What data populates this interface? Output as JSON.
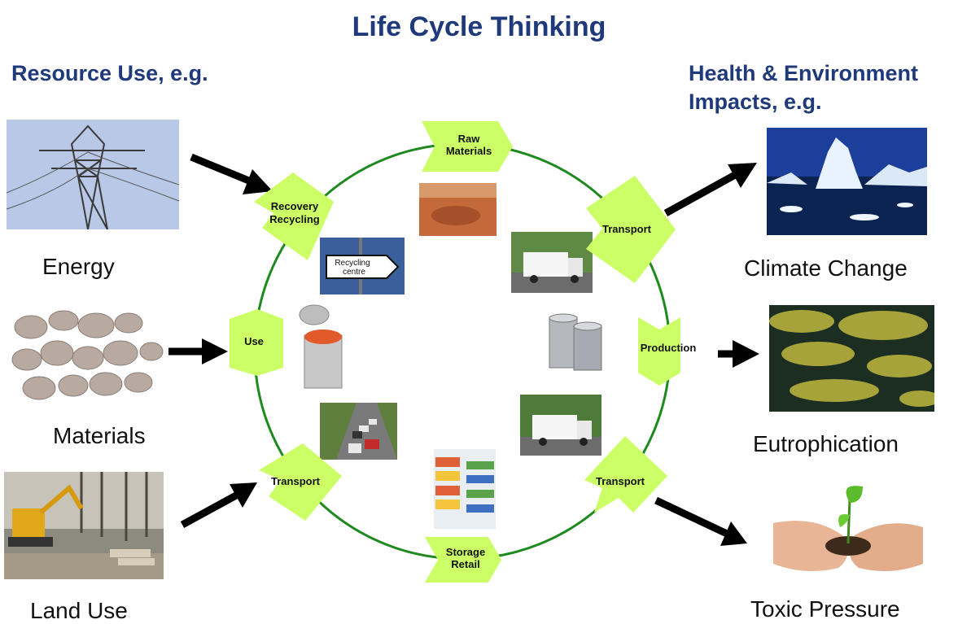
{
  "title": "Life Cycle Thinking",
  "left_heading": "Resource Use, e.g.",
  "right_heading": [
    "Health & Environment",
    "Impacts, e.g."
  ],
  "resources": [
    "Energy",
    "Materials",
    "Land Use"
  ],
  "impacts": [
    "Climate Change",
    "Eutrophication",
    "Toxic Pressure"
  ],
  "stages": {
    "raw_materials": [
      "Raw",
      "Materials"
    ],
    "transport_1": [
      "Transport"
    ],
    "production": [
      "Production"
    ],
    "transport_2": [
      "Transport"
    ],
    "storage_retail": [
      "Storage",
      "Retail"
    ],
    "transport_3": [
      "Transport"
    ],
    "use": [
      "Use"
    ],
    "recovery_recycling": [
      "Recovery",
      "Recycling"
    ]
  },
  "sign_text": [
    "Recycling",
    "centre"
  ],
  "colors": {
    "heading": "#1f3a7a",
    "cycle": "#1e8a1e",
    "stage_fill": "#ccff66",
    "arrow": "#000000"
  }
}
